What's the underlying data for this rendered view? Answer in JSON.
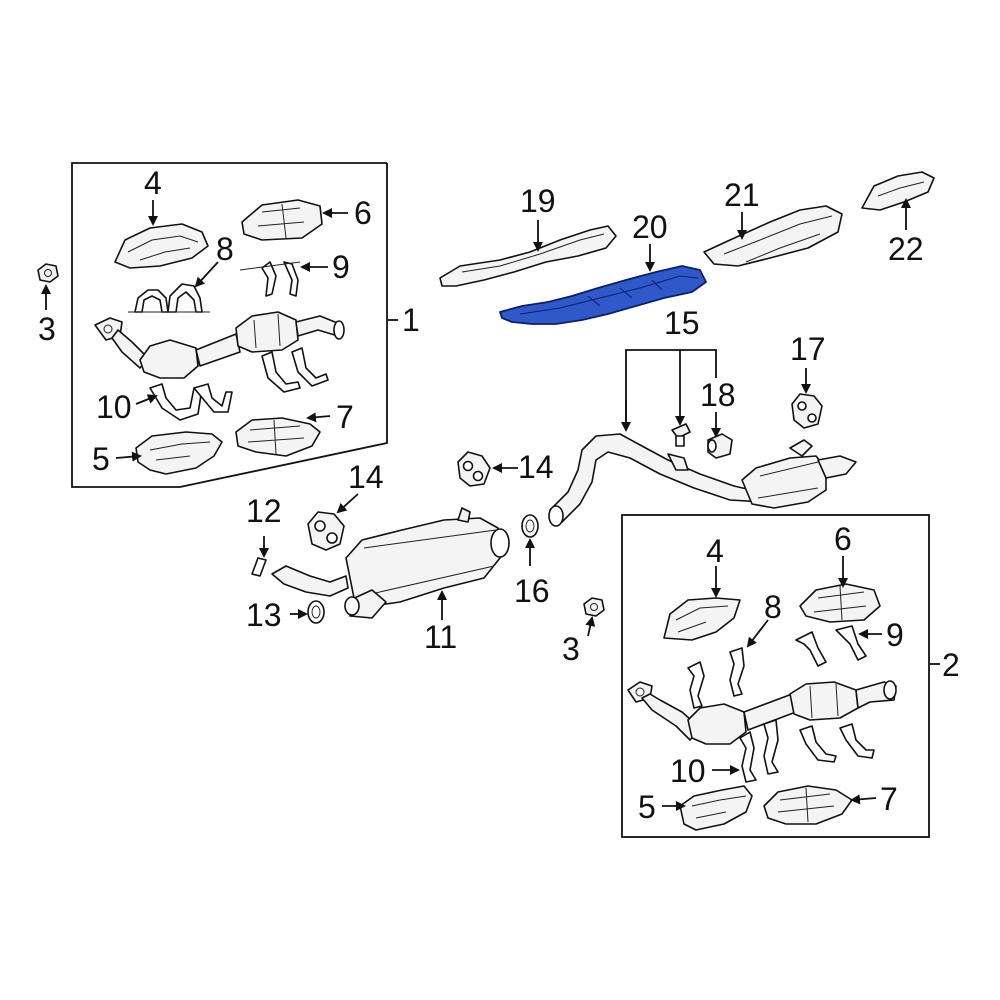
{
  "diagram": {
    "highlighted_part": "20",
    "highlight_color": "#2f58c8",
    "callouts": {
      "c1": "1",
      "c2": "2",
      "c3a": "3",
      "c3b": "3",
      "c4a": "4",
      "c4b": "4",
      "c5a": "5",
      "c5b": "5",
      "c6a": "6",
      "c6b": "6",
      "c7a": "7",
      "c7b": "7",
      "c8a": "8",
      "c8b": "8",
      "c9a": "9",
      "c9b": "9",
      "c10a": "10",
      "c10b": "10",
      "c11": "11",
      "c12": "12",
      "c13": "13",
      "c14a": "14",
      "c14b": "14",
      "c15": "15",
      "c16": "16",
      "c17": "17",
      "c18": "18",
      "c19": "19",
      "c20": "20",
      "c21": "21",
      "c22": "22"
    }
  }
}
